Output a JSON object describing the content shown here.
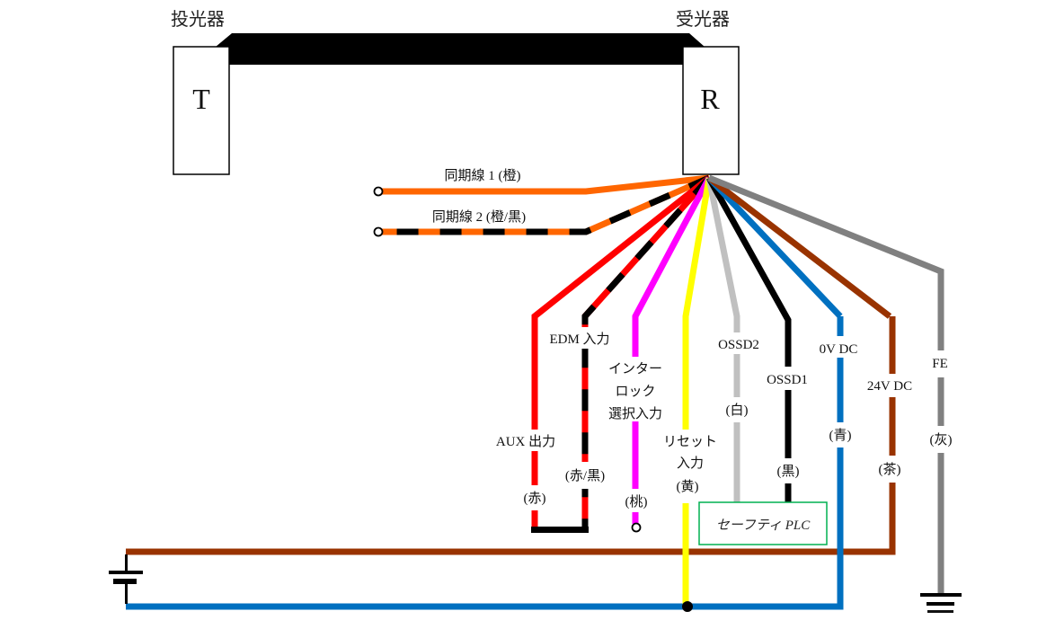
{
  "emitter": {
    "title": "投光器",
    "letter": "T"
  },
  "receiver": {
    "title": "受光器",
    "letter": "R"
  },
  "sync_lines": [
    {
      "label": "同期線 1 (橙)",
      "color": "#FF6600",
      "stripe": null
    },
    {
      "label": "同期線 2 (橙/黒)",
      "color": "#FF6600",
      "stripe": "#000000"
    }
  ],
  "wires": [
    {
      "id": "aux",
      "name": "AUX 出力",
      "name_lines": [
        "AUX 出力"
      ],
      "color_label": "(赤)",
      "color": "#FF0000",
      "stripe": null
    },
    {
      "id": "edm",
      "name": "EDM 入力",
      "name_lines": [
        "EDM 入力"
      ],
      "color_label": "(赤/黒)",
      "color": "#FF0000",
      "stripe": "#000000"
    },
    {
      "id": "interlock",
      "name": "インターロック選択入力",
      "name_lines": [
        "インター",
        "ロック",
        "選択入力"
      ],
      "color_label": "(桃)",
      "color": "#FF00FF",
      "stripe": null
    },
    {
      "id": "reset",
      "name": "リセット入力",
      "name_lines": [
        "リセット",
        "入力"
      ],
      "color_label": "(黄)",
      "color": "#FFFF00",
      "stripe": null
    },
    {
      "id": "ossd2",
      "name": "OSSD2",
      "name_lines": [
        "OSSD2"
      ],
      "color_label": "(白)",
      "color": "#C0C0C0",
      "stripe": null
    },
    {
      "id": "ossd1",
      "name": "OSSD1",
      "name_lines": [
        "OSSD1"
      ],
      "color_label": "(黒)",
      "color": "#000000",
      "stripe": null
    },
    {
      "id": "0vdc",
      "name": "0V DC",
      "name_lines": [
        "0V DC"
      ],
      "color_label": "(青)",
      "color": "#0070C0",
      "stripe": null
    },
    {
      "id": "24vdc",
      "name": "24V DC",
      "name_lines": [
        "24V DC"
      ],
      "color_label": "(茶)",
      "color": "#993300",
      "stripe": null
    },
    {
      "id": "fe",
      "name": "FE",
      "name_lines": [
        "FE"
      ],
      "color_label": "(灰)",
      "color": "#808080",
      "stripe": null
    }
  ],
  "plc": {
    "label": "セーフティ PLC",
    "border_color": "#00B050"
  },
  "colors": {
    "cable": "#000000",
    "supply_positive": "#993300",
    "supply_negative": "#0070C0"
  }
}
